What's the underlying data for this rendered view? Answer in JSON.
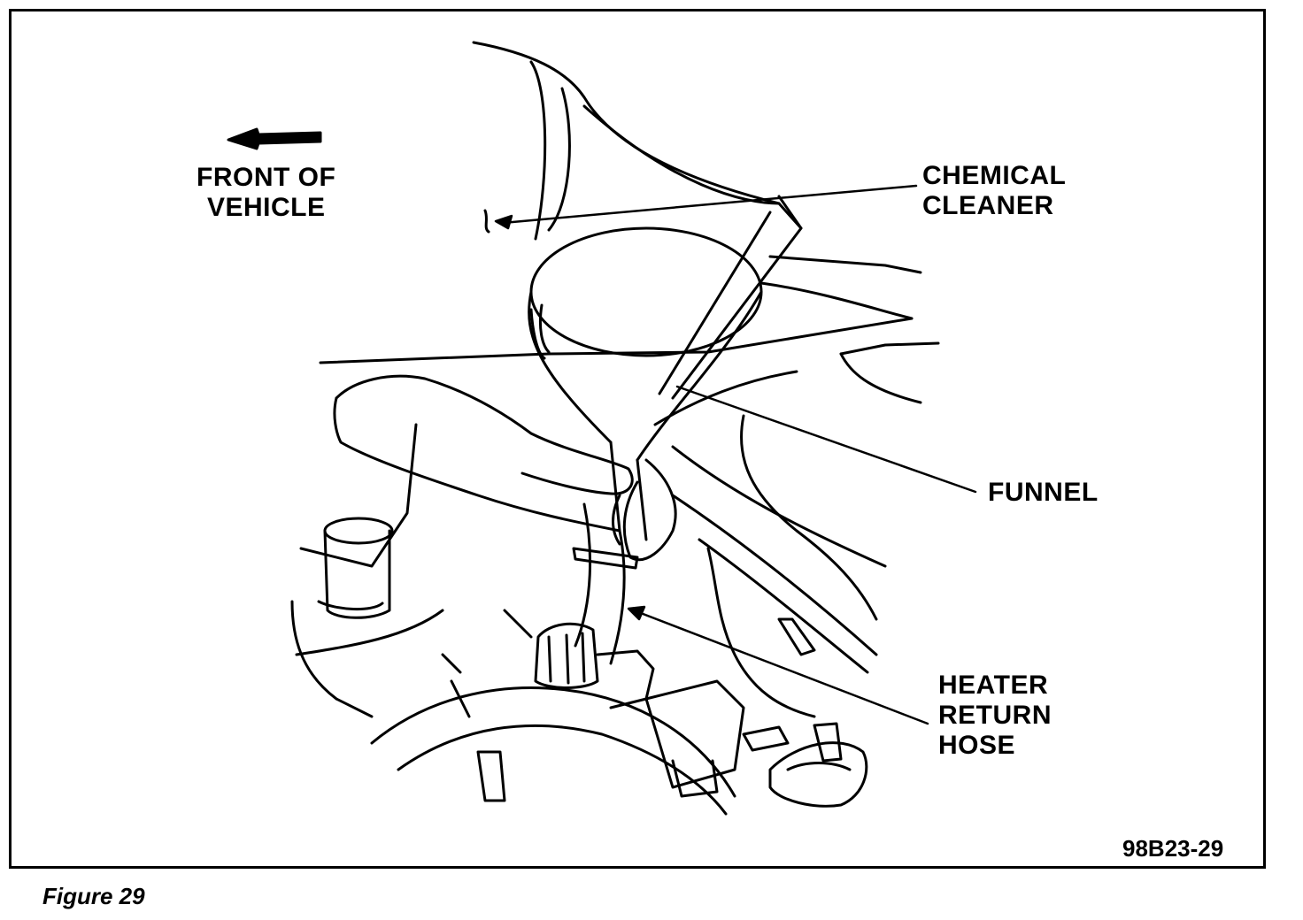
{
  "labels": {
    "front_of_vehicle": [
      "FRONT OF",
      "VEHICLE"
    ],
    "chemical_cleaner": [
      "CHEMICAL",
      "CLEANER"
    ],
    "funnel": "FUNNEL",
    "heater_return_hose": [
      "HEATER",
      "RETURN",
      "HOSE"
    ]
  },
  "figure_code": "98B23-29",
  "caption": "Figure 29"
}
